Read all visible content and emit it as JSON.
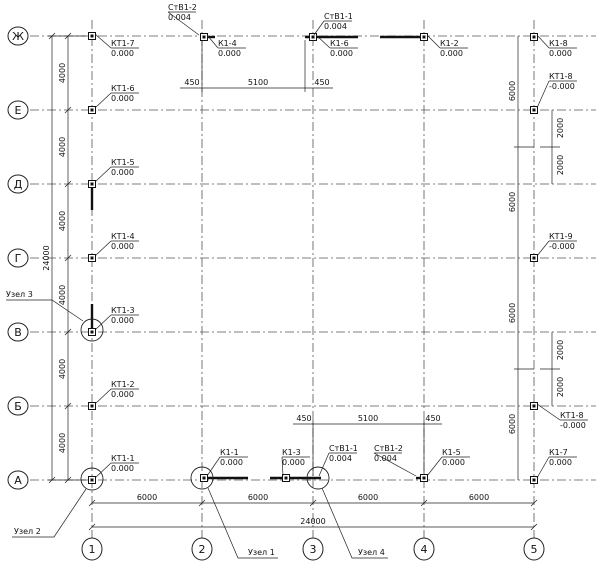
{
  "axes": {
    "cols": [
      "1",
      "2",
      "3",
      "4",
      "5"
    ],
    "rows": [
      "Ж",
      "Е",
      "Д",
      "Г",
      "В",
      "Б",
      "А"
    ]
  },
  "columns": [
    {
      "name": "КТ1-7",
      "elev": "0.000"
    },
    {
      "name": "КТ1-6",
      "elev": "0.000"
    },
    {
      "name": "КТ1-5",
      "elev": "0.000"
    },
    {
      "name": "КТ1-4",
      "elev": "0.000"
    },
    {
      "name": "КТ1-3",
      "elev": "0.000"
    },
    {
      "name": "КТ1-2",
      "elev": "0.000"
    },
    {
      "name": "КТ1-1",
      "elev": "0.000"
    },
    {
      "name": "К1-4",
      "elev": "0.000"
    },
    {
      "name": "К1-6",
      "elev": "0.000"
    },
    {
      "name": "К1-2",
      "elev": "0.000"
    },
    {
      "name": "К1-8",
      "elev": "0.000"
    },
    {
      "name": "КТ1-8",
      "elev": "-0.000"
    },
    {
      "name": "КТ1-9",
      "elev": "-0.000"
    },
    {
      "name": "КТ1-8",
      "elev": "-0.000"
    },
    {
      "name": "К1-7",
      "elev": "0.000"
    },
    {
      "name": "К1-1",
      "elev": "0.000"
    },
    {
      "name": "К1-3",
      "elev": "0.000"
    },
    {
      "name": "К1-5",
      "elev": "0.000"
    },
    {
      "name": "СтВ1-2",
      "elev": "0.004"
    },
    {
      "name": "СтВ1-1",
      "elev": "0.004"
    },
    {
      "name": "СтВ1-1",
      "elev": "0.004"
    },
    {
      "name": "СтВ1-2",
      "elev": "0.004"
    }
  ],
  "dims": {
    "bottom_bays": [
      "6000",
      "6000",
      "6000",
      "6000"
    ],
    "bottom_total": "24000",
    "left_bays": [
      "4000",
      "4000",
      "4000",
      "4000",
      "4000",
      "4000"
    ],
    "left_total": "24000",
    "right_dims": [
      "6000",
      "2000",
      "2000",
      "6000",
      "6000",
      "2000",
      "2000",
      "6000"
    ],
    "top": [
      "450",
      "5100",
      "450"
    ],
    "bottom_row": [
      "450",
      "5100",
      "450"
    ]
  },
  "nodes": [
    "Узел 3",
    "Узел 2",
    "Узел 1",
    "Узел 4"
  ]
}
